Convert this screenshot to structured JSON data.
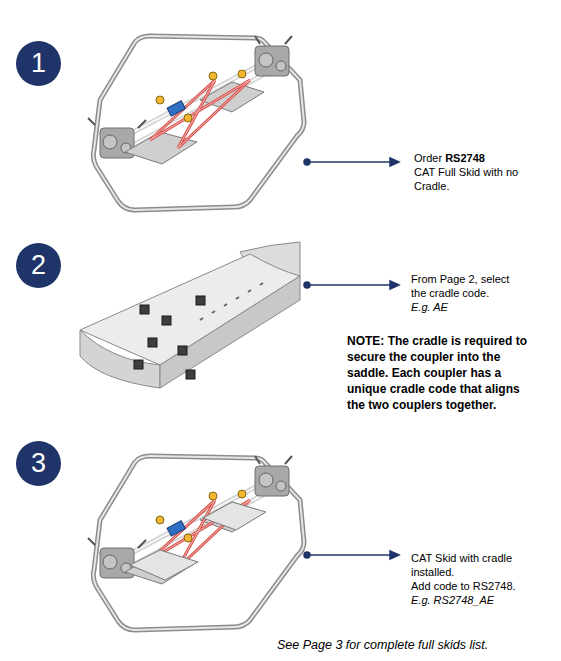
{
  "diagram": {
    "nodes": [
      {
        "text": [
          "1"
        ]
      },
      {
        "text": [
          "2"
        ]
      },
      {
        "text": [
          "3"
        ]
      }
    ],
    "labels": [
      "Order",
      "RS2748",
      "CAT Full Skid with no Cradle.",
      "From Page 2, select the cradle code.",
      "E.g. AE",
      "NOTE: The cradle is required to secure the coupler into the saddle. Each coupler has a unique cradle code that aligns the two couplers together.",
      "CAT Skid with cradle installed.",
      "Add code to RS2748.",
      "E.g. RS2748_AE",
      "See Page 3 for complete full skids list."
    ]
  }
}
